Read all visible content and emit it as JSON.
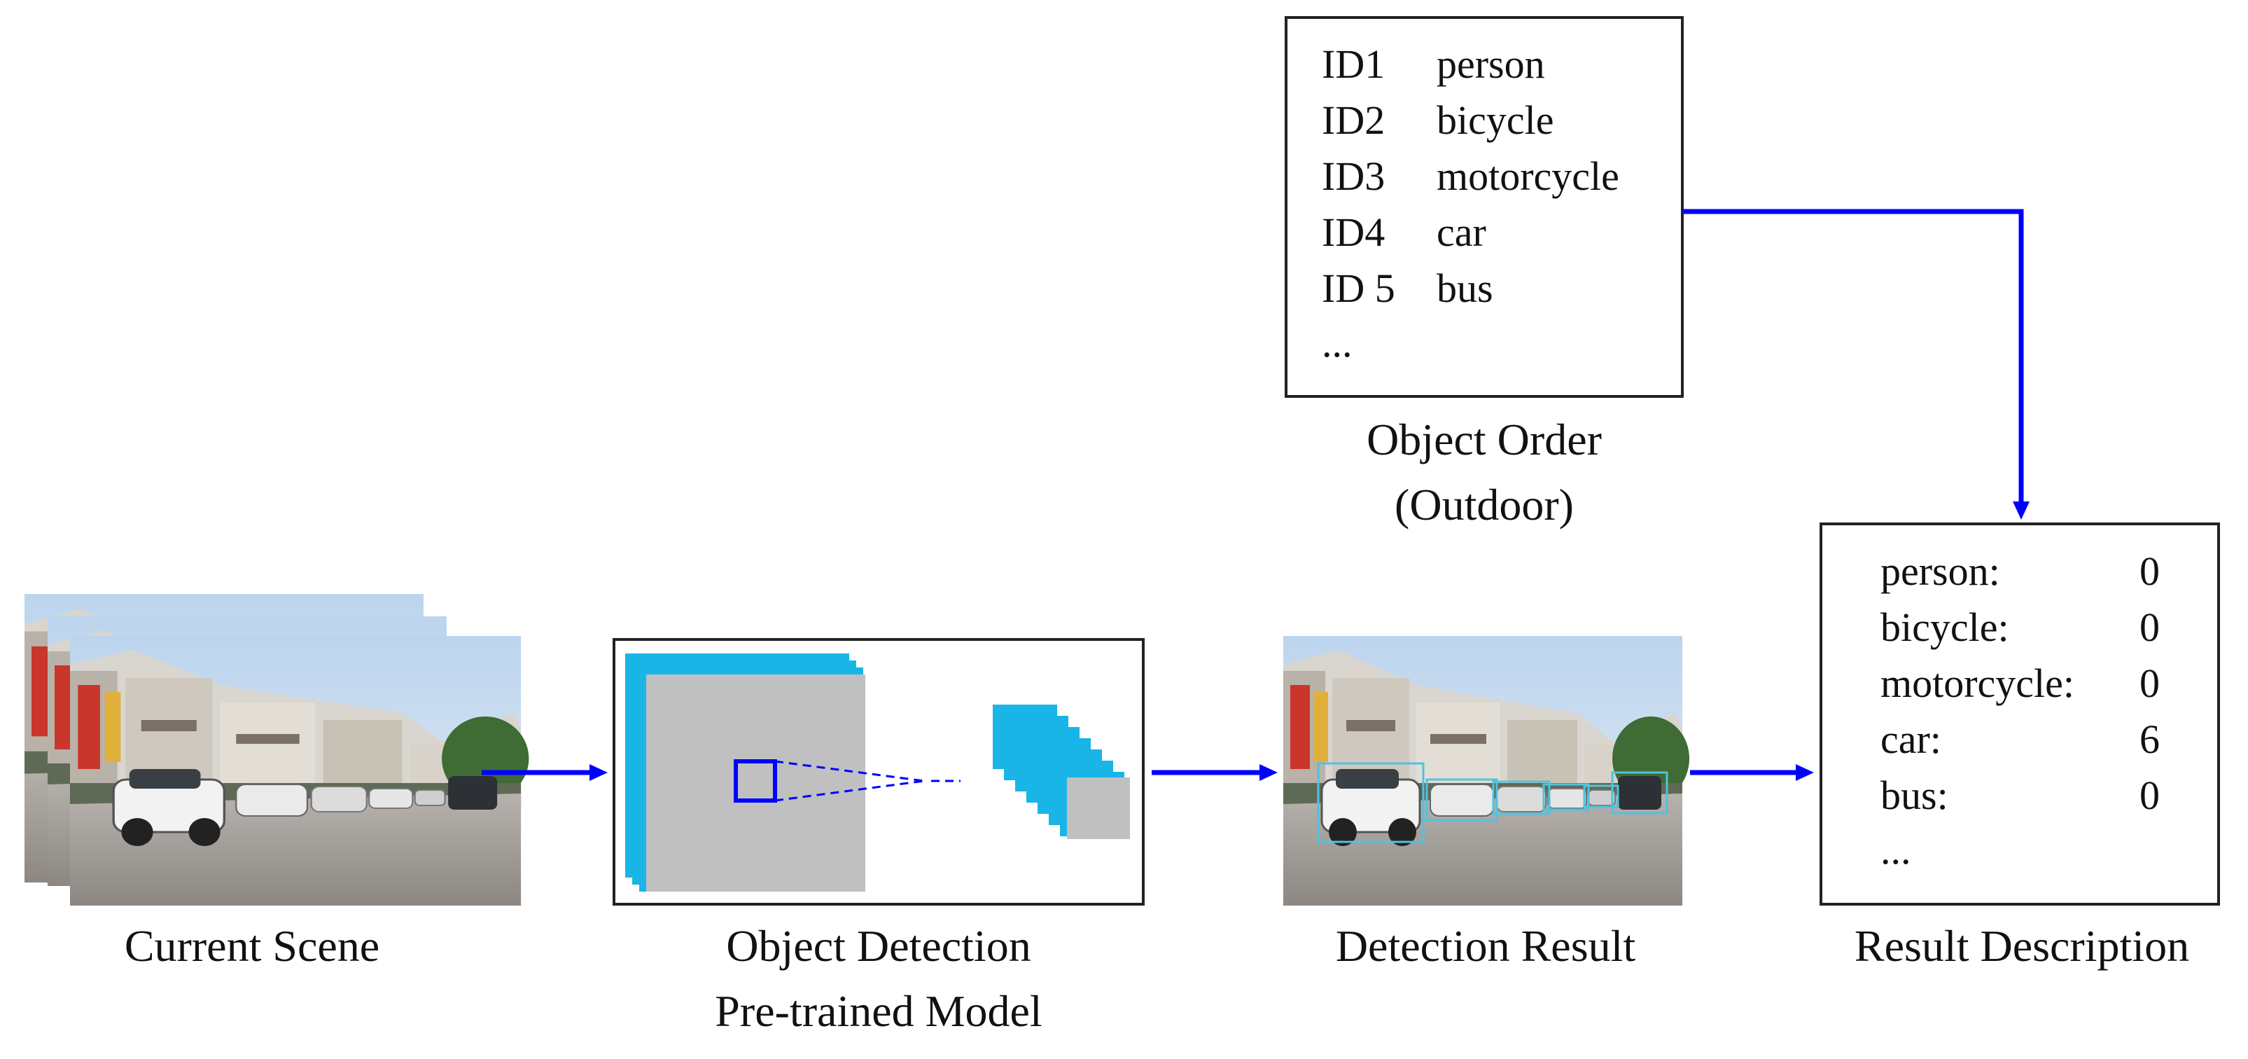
{
  "colors": {
    "arrow": "#0000ff",
    "feature_map_edge": "#19b5e6",
    "feature_map_face": "#c0c0c0",
    "detection_box": "#4fc3e0"
  },
  "object_order": {
    "rows": [
      {
        "id": "ID1",
        "name": "person"
      },
      {
        "id": "ID2",
        "name": "bicycle"
      },
      {
        "id": "ID3",
        "name": "motorcycle"
      },
      {
        "id": "ID4",
        "name": "car"
      },
      {
        "id": "ID 5",
        "name": "bus"
      }
    ],
    "ellipsis": "...",
    "caption_line1": "Object Order",
    "caption_line2": "(Outdoor)"
  },
  "current_scene": {
    "caption": "Current Scene"
  },
  "model": {
    "caption_line1": "Object Detection",
    "caption_line2": "Pre-trained Model"
  },
  "detection": {
    "caption": "Detection Result"
  },
  "result": {
    "rows": [
      {
        "name": "person:",
        "count": "0"
      },
      {
        "name": "bicycle:",
        "count": "0"
      },
      {
        "name": "motorcycle:",
        "count": "0"
      },
      {
        "name": "car:",
        "count": "6"
      },
      {
        "name": "bus:",
        "count": "0"
      }
    ],
    "ellipsis": "...",
    "caption": "Result Description"
  }
}
